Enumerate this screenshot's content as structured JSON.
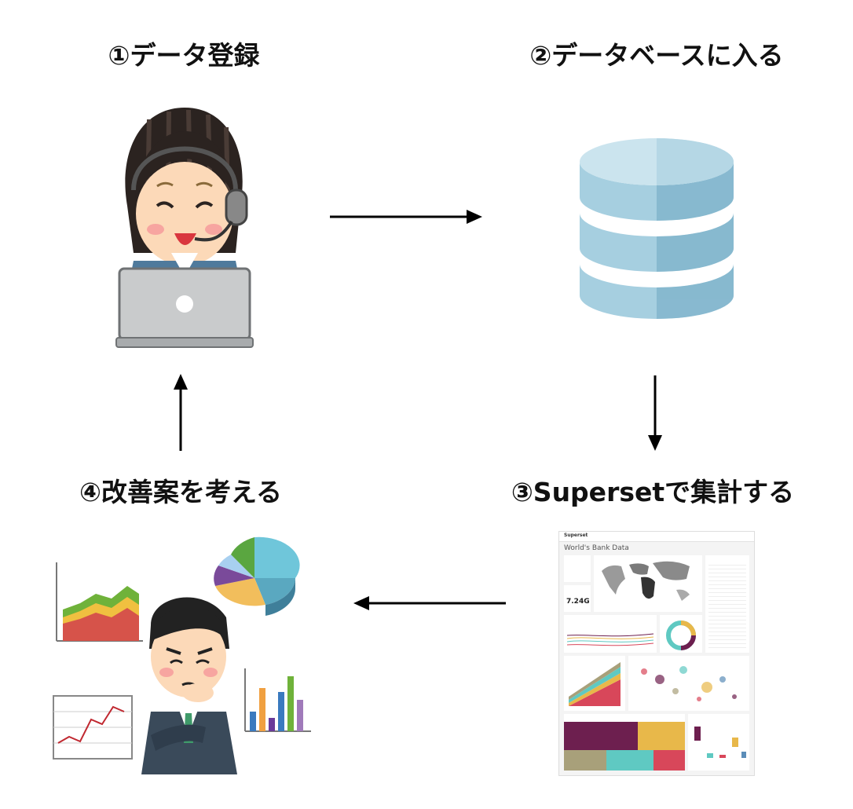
{
  "steps": [
    {
      "label": "①データ登録"
    },
    {
      "label": "②データベースに入る"
    },
    {
      "label": "③Supersetで集計する"
    },
    {
      "label": "④改善案を考える"
    }
  ],
  "dashboard": {
    "app_name": "Superset",
    "title": "World's Bank Data",
    "big_number": "7.24G"
  },
  "colors": {
    "db_body": "#9fc9dc",
    "db_top": "#c6e0eb",
    "arrow": "#000000",
    "treemap": [
      "#6d1f4f",
      "#e8b84a",
      "#a8a07a",
      "#5fc9c2",
      "#d8475a",
      "#5b8db8"
    ]
  }
}
